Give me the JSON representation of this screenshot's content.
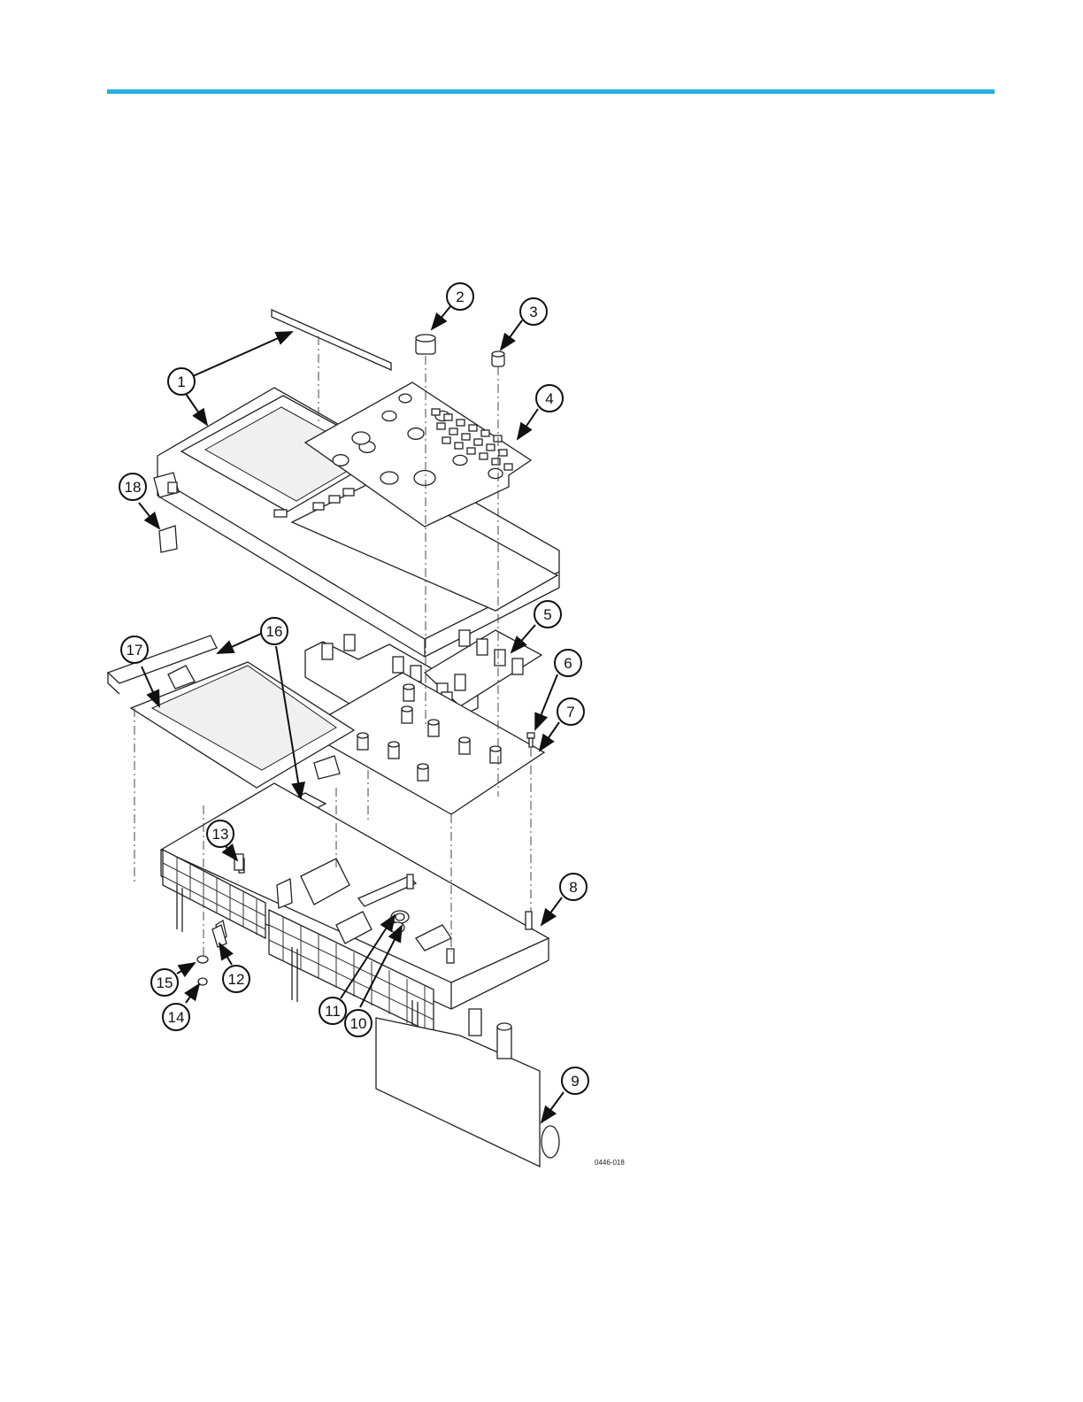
{
  "figure": {
    "callouts": [
      "1",
      "2",
      "3",
      "4",
      "5",
      "6",
      "7",
      "8",
      "9",
      "10",
      "11",
      "12",
      "13",
      "14",
      "15",
      "16",
      "17",
      "18"
    ],
    "figure_id": "0446-018"
  },
  "colors": {
    "rule": "#22b0dc",
    "ink": "#222222"
  }
}
